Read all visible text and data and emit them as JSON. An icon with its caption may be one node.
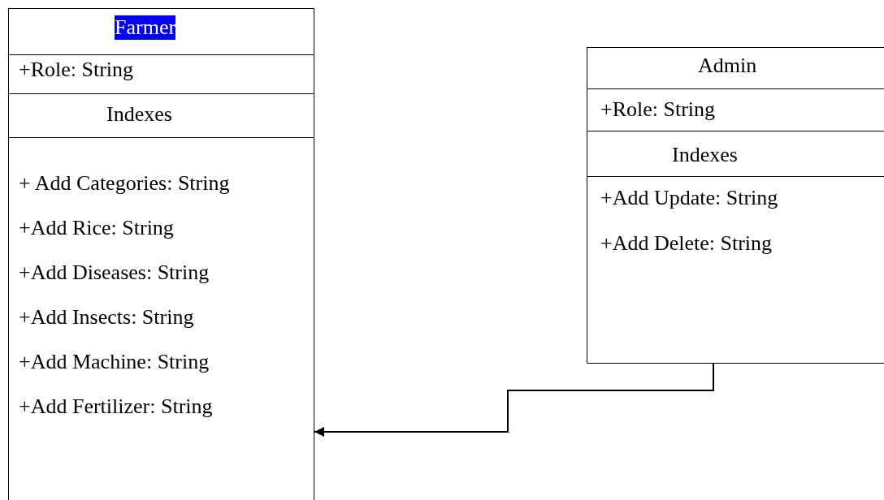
{
  "diagram": {
    "nodes": [
      {
        "text": [
          "Farmer",
          "+Role: String",
          "Indexes",
          "+ Add Categories: String",
          "+Add Rice: String",
          "+Add Diseases: String",
          "+Add Insects: String",
          "+Add Machine: String",
          "+Add Fertilizer: String"
        ]
      },
      {
        "text": [
          "Admin",
          "+Role: String",
          "Indexes",
          "+Add Update: String",
          "+Add Delete: String"
        ]
      }
    ],
    "edges": [
      {
        "from": 1,
        "to": 0,
        "arrow": "to"
      }
    ]
  }
}
